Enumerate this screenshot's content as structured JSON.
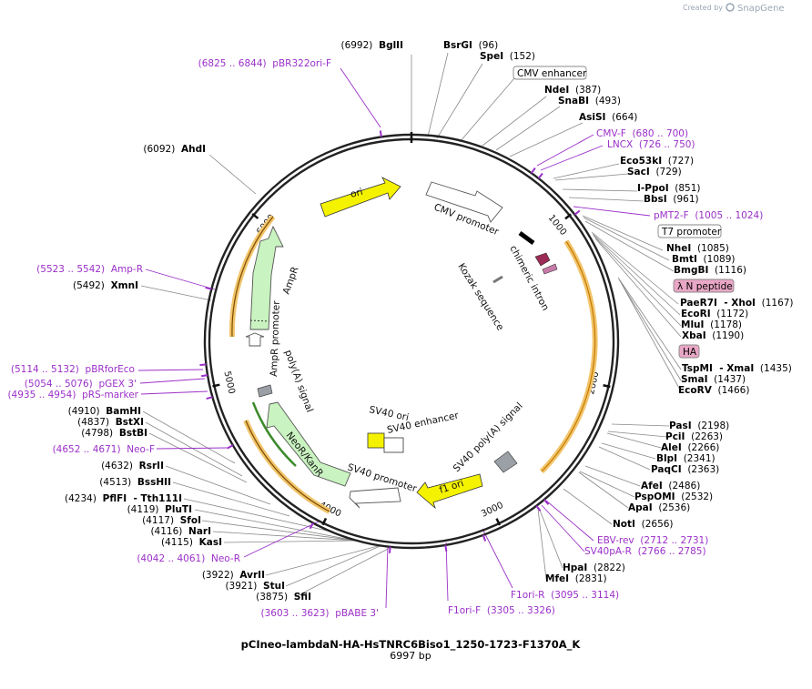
{
  "brand": {
    "created_by": "Created by",
    "name": "SnapGene"
  },
  "plasmid": {
    "name": "pCIneo-lambdaN-HA-HsTNRC6Biso1_1250-1723-F1370A_K",
    "length_label": "6997 bp"
  },
  "ticks": [
    {
      "pos": 1000,
      "label": "1000"
    },
    {
      "pos": 2000,
      "label": "2000"
    },
    {
      "pos": 3000,
      "label": "3000"
    },
    {
      "pos": 4000,
      "label": "4000"
    },
    {
      "pos": 5000,
      "label": "5000"
    },
    {
      "pos": 6000,
      "label": "6000"
    }
  ],
  "site_labels": [
    {
      "text": "(6992)  BglII",
      "bold": "BglII",
      "pos": 6992
    },
    {
      "text": "BsrGI  (96)",
      "bold": "BsrGI",
      "pos": 96
    },
    {
      "text": "SpeI  (152)",
      "bold": "SpeI",
      "pos": 152
    },
    {
      "text": "NdeI  (387)",
      "bold": "NdeI",
      "pos": 387
    },
    {
      "text": "SnaBI  (493)",
      "bold": "SnaBI",
      "pos": 493
    },
    {
      "text": "AsiSI  (664)",
      "bold": "AsiSI",
      "pos": 664
    },
    {
      "text": "Eco53kI  (727)",
      "bold": "Eco53kI",
      "pos": 727
    },
    {
      "text": "SacI  (729)",
      "bold": "SacI",
      "pos": 729
    },
    {
      "text": "I-PpoI  (851)",
      "bold": "I-PpoI",
      "pos": 851
    },
    {
      "text": "BbsI  (961)",
      "bold": "BbsI",
      "pos": 961
    },
    {
      "text": "NheI  (1085)",
      "bold": "NheI",
      "pos": 1085
    },
    {
      "text": "BmtI  (1089)",
      "bold": "BmtI",
      "pos": 1089
    },
    {
      "text": "BmgBI  (1116)",
      "bold": "BmgBI",
      "pos": 1116
    },
    {
      "text": "PaeR7I  - XhoI  (1167)",
      "bold": "PaeR7I  - XhoI",
      "pos": 1167
    },
    {
      "text": "EcoRI  (1172)",
      "bold": "EcoRI",
      "pos": 1172
    },
    {
      "text": "MluI  (1178)",
      "bold": "MluI",
      "pos": 1178
    },
    {
      "text": "XbaI  (1190)",
      "bold": "XbaI",
      "pos": 1190
    },
    {
      "text": "TspMI  - XmaI  (1435)",
      "bold": "TspMI  - XmaI",
      "pos": 1435
    },
    {
      "text": "SmaI  (1437)",
      "bold": "SmaI",
      "pos": 1437
    },
    {
      "text": "EcoRV  (1466)",
      "bold": "EcoRV",
      "pos": 1466
    },
    {
      "text": "PasI  (2198)",
      "bold": "PasI",
      "pos": 2198
    },
    {
      "text": "PciI  (2263)",
      "bold": "PciI",
      "pos": 2263
    },
    {
      "text": "AleI  (2266)",
      "bold": "AleI",
      "pos": 2266
    },
    {
      "text": "BlpI  (2341)",
      "bold": "BlpI",
      "pos": 2341
    },
    {
      "text": "PaqCI  (2363)",
      "bold": "PaqCI",
      "pos": 2363
    },
    {
      "text": "AfeI  (2486)",
      "bold": "AfeI",
      "pos": 2486
    },
    {
      "text": "PspOMI  (2532)",
      "bold": "PspOMI",
      "pos": 2532
    },
    {
      "text": "ApaI  (2536)",
      "bold": "ApaI",
      "pos": 2536
    },
    {
      "text": "NotI  (2656)",
      "bold": "NotI",
      "pos": 2656
    },
    {
      "text": "HpaI  (2822)",
      "bold": "HpaI",
      "pos": 2822
    },
    {
      "text": "MfeI  (2831)",
      "bold": "MfeI",
      "pos": 2831
    },
    {
      "text": "(3875)  SfiI",
      "bold": "SfiI",
      "pos": 3875
    },
    {
      "text": "(3921)  StuI",
      "bold": "StuI",
      "pos": 3921
    },
    {
      "text": "(3922)  AvrII",
      "bold": "AvrII",
      "pos": 3922
    },
    {
      "text": "(4115)  KasI",
      "bold": "KasI",
      "pos": 4115
    },
    {
      "text": "(4116)  NarI",
      "bold": "NarI",
      "pos": 4116
    },
    {
      "text": "(4117)  SfoI",
      "bold": "SfoI",
      "pos": 4117
    },
    {
      "text": "(4119)  PluTI",
      "bold": "PluTI",
      "pos": 4119
    },
    {
      "text": "(4234)  PflFI  - Tth111I",
      "bold": "PflFI  - Tth111I",
      "pos": 4234
    },
    {
      "text": "(4513)  BssHII",
      "bold": "BssHII",
      "pos": 4513
    },
    {
      "text": "(4632)  RsrII",
      "bold": "RsrII",
      "pos": 4632
    },
    {
      "text": "(4798)  BstBI",
      "bold": "BstBI",
      "pos": 4798
    },
    {
      "text": "(4837)  BstXI",
      "bold": "BstXI",
      "pos": 4837
    },
    {
      "text": "(4910)  BamHI",
      "bold": "BamHI",
      "pos": 4910
    },
    {
      "text": "(5492)  XmnI",
      "bold": "XmnI",
      "pos": 5492
    },
    {
      "text": "(6092)  AhdI",
      "bold": "AhdI",
      "pos": 6092
    }
  ],
  "primer_labels": [
    {
      "text": "(6825 .. 6844)  pBR322ori-F",
      "pos": 6834
    },
    {
      "text": "CMV-F  (680 .. 700)",
      "pos": 690
    },
    {
      "text": "LNCX  (726 .. 750)",
      "pos": 738
    },
    {
      "text": "pMT2-F  (1005 .. 1024)",
      "pos": 1014
    },
    {
      "text": "EBV-rev  (2712 .. 2731)",
      "pos": 2721
    },
    {
      "text": "SV40pA-R  (2766 .. 2785)",
      "pos": 2775
    },
    {
      "text": "F1ori-R  (3095 .. 3114)",
      "pos": 3104
    },
    {
      "text": "F1ori-F  (3305 .. 3326)",
      "pos": 3315
    },
    {
      "text": "(3603 .. 3623)  pBABE 3'",
      "pos": 3613
    },
    {
      "text": "(4042 .. 4061)  Neo-R",
      "pos": 4051
    },
    {
      "text": "(4652 .. 4671)  Neo-F",
      "pos": 4661
    },
    {
      "text": "(4935 .. 4954)  pRS-marker",
      "pos": 4944
    },
    {
      "text": "(5054 .. 5076)  pGEX 3'",
      "pos": 5065
    },
    {
      "text": "(5114 .. 5132)  pBRforEco",
      "pos": 5123
    },
    {
      "text": "(5523 .. 5542)  Amp-R",
      "pos": 5532
    }
  ],
  "boxed_labels": [
    {
      "text": "CMV enhancer",
      "pos": 250,
      "style": "plain"
    },
    {
      "text": "T7 promoter",
      "pos": 1060,
      "style": "plain"
    },
    {
      "text": "λ N peptide",
      "pos": 1130,
      "style": "pink"
    },
    {
      "text": "HA",
      "pos": 1195,
      "style": "pink"
    }
  ],
  "features": [
    {
      "text": "ori",
      "start": 6000,
      "end": 6580
    },
    {
      "text": "CMV promoter",
      "start": 250,
      "end": 680
    },
    {
      "text": "chimeric intron",
      "start": 860,
      "end": 990
    },
    {
      "text": "Kozak sequence",
      "start": 1100,
      "end": 1110
    },
    {
      "text": "AmpR",
      "start": 5280,
      "end": 6100
    },
    {
      "text": "AmpR promoter",
      "start": 5100,
      "end": 5200
    },
    {
      "text": "SV40 ori",
      "start": 3550,
      "end": 3640
    },
    {
      "text": "SV40 enhancer",
      "start": 3640,
      "end": 3720
    },
    {
      "text": "SV40 promoter",
      "start": 3900,
      "end": 4200
    },
    {
      "text": "NeoR/KanR",
      "start": 4300,
      "end": 4800
    },
    {
      "text": "poly(A) signal",
      "start": 5000,
      "end": 5050
    },
    {
      "text": "SV40 poly(A) signal",
      "start": 2700,
      "end": 2820
    },
    {
      "text": "f1 ori",
      "start": 2960,
      "end": 3280
    }
  ]
}
